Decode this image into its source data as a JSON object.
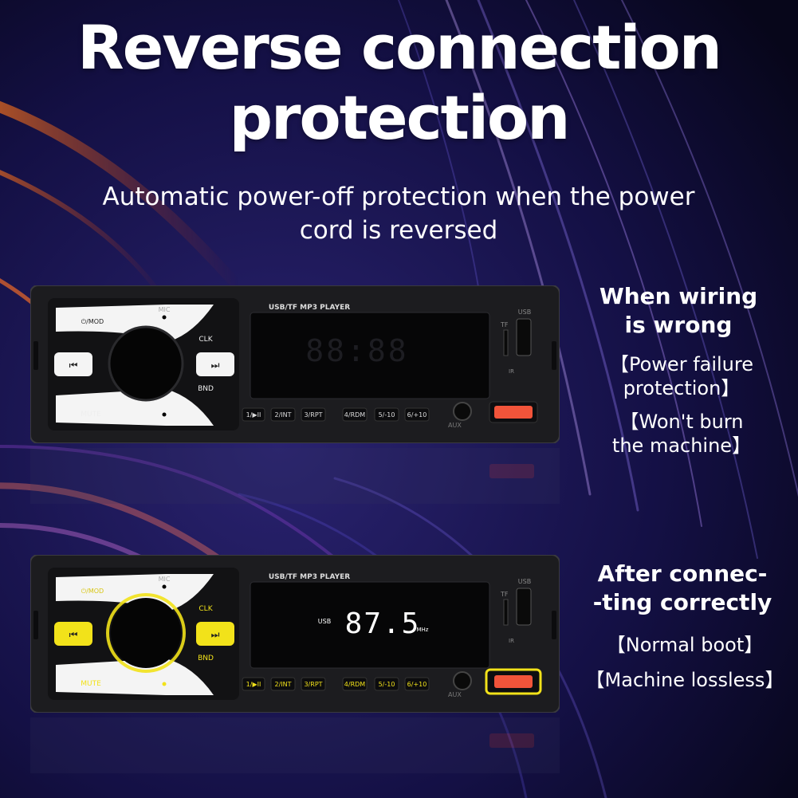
{
  "headline": {
    "line1": "Reverse connection",
    "line2": "protection",
    "subtitle_line1": "Automatic power-off protection when the power",
    "subtitle_line2": "cord is reversed"
  },
  "wrong_wiring": {
    "heading_line1": "When wiring",
    "heading_line2": "is wrong",
    "points": [
      "【Power failure",
      "protection】",
      "【Won't burn",
      "the machine】"
    ]
  },
  "correct_wiring": {
    "heading_line1": "After connec-",
    "heading_line2": "-ting correctly",
    "points": [
      "【Normal boot】",
      "【Machine lossless】"
    ]
  },
  "device": {
    "model_label": "USB/TF MP3 PLAYER",
    "mod_label": "⏻/MOD",
    "mic_label": "MIC",
    "clk_label": "CLK",
    "bnd_label": "BND",
    "mute_label": "MUTE",
    "ir_label": "IR",
    "usb_label": "USB",
    "tf_label": "TF",
    "aux_label": "AUX",
    "presets": [
      "1/▶II",
      "2/INT",
      "3/RPT",
      "4/RDM",
      "5/-10",
      "6/+10"
    ],
    "display_source": "USB",
    "display_frequency": "87.5",
    "display_unit": "MHz",
    "off_display": "88:88",
    "accent_color": "#f2e21a",
    "body_color": "#1c1c1f"
  }
}
